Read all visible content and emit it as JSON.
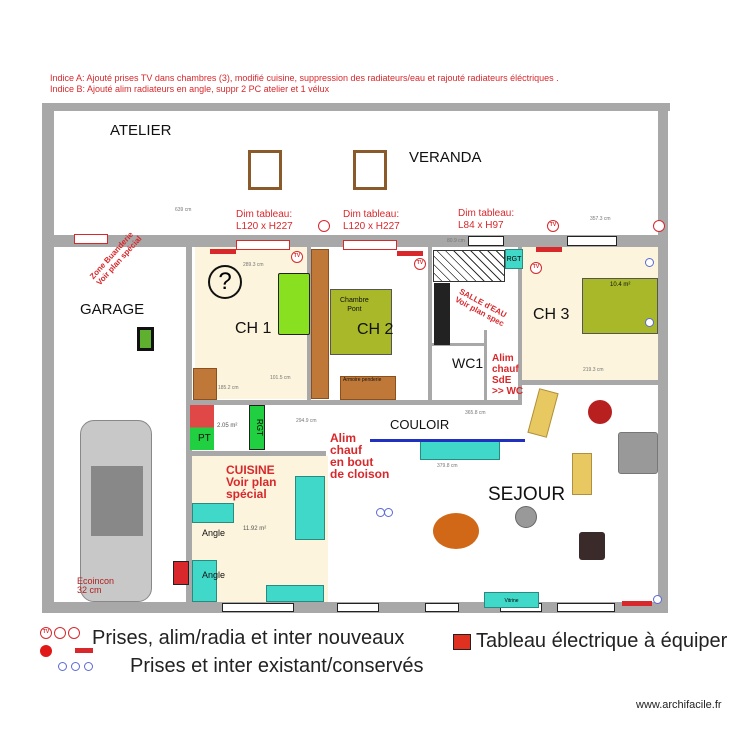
{
  "notes": {
    "indice_a": "Indice A: Ajouté prises TV dans chambres (3), modifié cuisine, suppression des radiateurs/eau et rajouté radiateurs éléctriques .",
    "indice_b": "Indice B: Ajouté alim radiateurs en angle, suppr 2 PC atelier et 1 vélux"
  },
  "rooms": {
    "atelier": "ATELIER",
    "veranda": "VERANDA",
    "garage": "GARAGE",
    "ch1": "CH 1",
    "ch2": "CH 2",
    "ch3": "CH 3",
    "wc1": "WC1",
    "couloir": "COULOIR",
    "sejour": "SEJOUR",
    "pt": "PT",
    "rgt1": "RGT",
    "rgt2": "RGT",
    "chambre_pont": "Chambre\nPont",
    "angle1": "Angle",
    "angle2": "Angle",
    "vitrine": "Vitrine",
    "armoire": "Armoire penderie"
  },
  "annotations": {
    "dim1": "Dim tableau:\nL120 x H227",
    "dim2": "Dim tableau:\nL120 x H227",
    "dim3": "Dim tableau:\nL84 x H97",
    "buanderie": "Zone Buanderie\nVoir plan spécial",
    "salle_eau": "SALLE d'EAU\nVoir plan spec",
    "alim_sde": "Alim\nchauf\nSdE\n>> WC",
    "alim_cloison": "Alim\nchauf\nen bout\nde cloison",
    "cuisine": "CUISINE\nVoir plan\nspécial",
    "ecoincon": "Ecoincon\n32 cm",
    "question": "?"
  },
  "measures": {
    "ch3_area": "10.4 m²",
    "kitchen_area": "11.92 m²",
    "pt_area": "2.05 m²",
    "d1": "289.3 cm",
    "d2": "80.9 cm",
    "d3": "357.3 cm",
    "d4": "379.8 cm",
    "d5": "294.9 cm",
    "d6": "365.8 cm",
    "d7": "185.2 cm",
    "d8": "101.5 cm",
    "d9": "219.3 cm",
    "d10": "639 cm"
  },
  "legend": {
    "new_label": "Prises, alim/radia et inter nouveaux",
    "panel_label": "Tableau électrique à équiper",
    "existing_label": "Prises et inter existant/conservés",
    "tv": "TV"
  },
  "footer": "www.archifacile.fr",
  "colors": {
    "wall": "#a8a8a8",
    "accent_red": "#d8282c",
    "cream": "#fcf4dc",
    "teal": "#40d8c8",
    "existing_blue": "#5a6ad8"
  }
}
